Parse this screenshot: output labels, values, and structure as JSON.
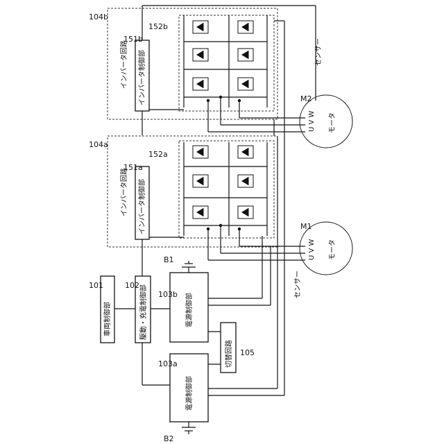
{
  "labels": {
    "ref_101": "101",
    "ref_102": "102",
    "ref_103a": "103a",
    "ref_103b": "103b",
    "ref_104a": "104a",
    "ref_104b": "104b",
    "ref_105": "105",
    "ref_151a": "151a",
    "ref_151b": "151b",
    "ref_152a": "152a",
    "ref_152b": "152b",
    "ref_M1": "M1",
    "ref_M2": "M2",
    "ref_B1": "B1",
    "ref_B2": "B2"
  },
  "blocks": {
    "vehicle_control": "車両制御部",
    "drive_charge_control": "駆動・充電制御部",
    "power_control_a": "電源制御部",
    "power_control_b": "電源制御部",
    "switching_circuit": "切替回路",
    "inverter_control_a": "インバータ制御部",
    "inverter_control_b": "インバータ制御部",
    "inverter_circuit_a": "インバータ回路",
    "inverter_circuit_b": "インバータ回路",
    "motor_1": "モータ",
    "motor_2": "モータ",
    "sensor_1": "センサー",
    "sensor_2": "センサー",
    "phase_uvw": "U V W"
  }
}
